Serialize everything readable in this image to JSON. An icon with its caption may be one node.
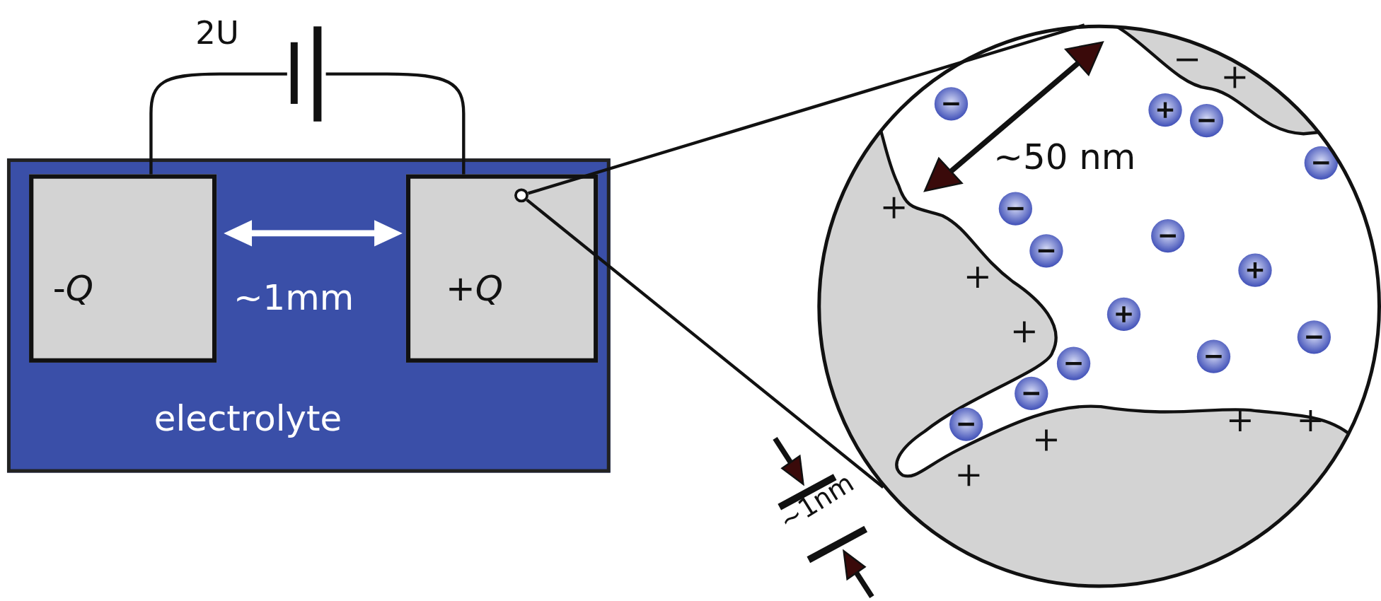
{
  "diagram": {
    "nodes": [
      {
        "text": [
          "electrolyte"
        ]
      },
      {
        "text": [
          "-*Q*"
        ],
        "in": 0
      },
      {
        "text": [
          "+*Q*"
        ],
        "in": 0
      },
      {
        "text": [],
        "shape": "circle",
        "in": 2
      },
      {
        "text": [],
        "shape": "circle"
      },
      {
        "text": [],
        "shape": "battery",
        "beside": [
          "2U"
        ]
      }
    ],
    "edges": [
      {
        "from": 1,
        "to": 5,
        "arrow": "none"
      },
      {
        "from": 5,
        "to": 2,
        "arrow": "none"
      },
      {
        "from": 3,
        "to": 4,
        "arrow": "none"
      },
      {
        "from": 3,
        "to": 4,
        "arrow": "none"
      }
    ],
    "labels": [
      "~1mm",
      "~50 nm",
      "~1nm"
    ]
  }
}
